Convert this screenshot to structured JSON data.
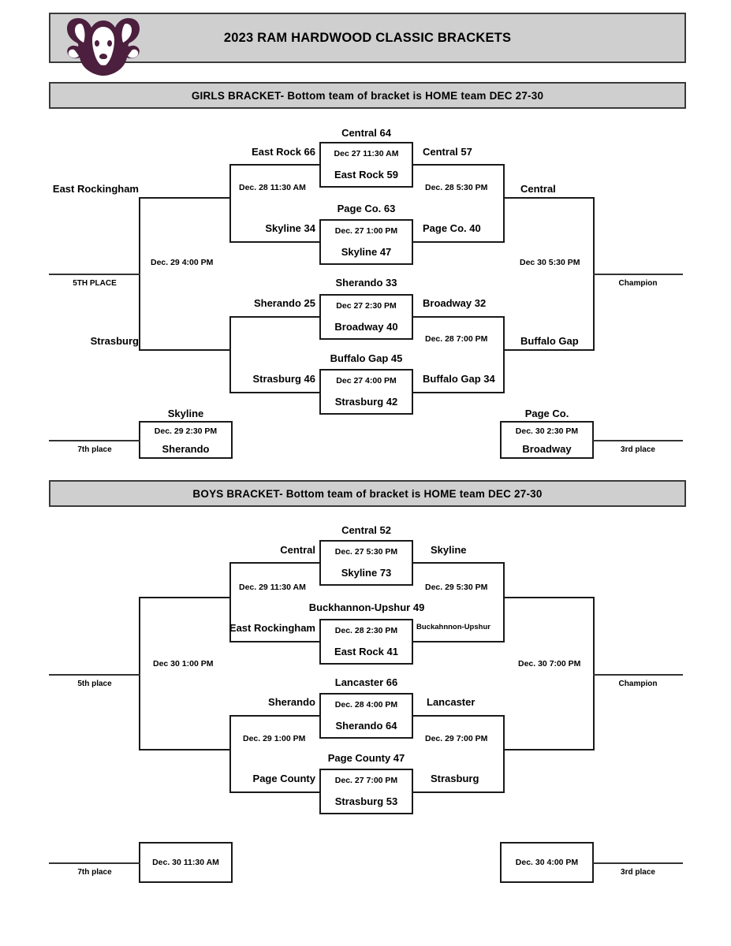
{
  "header": {
    "title": "2023 RAM HARDWOOD CLASSIC BRACKETS",
    "logo_icon": "ram-head-logo",
    "logo_color": "#4b1f3d",
    "banner_bg": "#cfcfcf"
  },
  "girls": {
    "banner": "GIRLS BRACKET- Bottom team of bracket is HOME team DEC 27-30",
    "round1": [
      {
        "top_team": "Central 64",
        "time": "Dec 27 11:30 AM",
        "bottom_team": "East Rock 59"
      },
      {
        "top_team": "Page Co. 63",
        "time": "Dec. 27 1:00 PM",
        "bottom_team": "Skyline 47"
      },
      {
        "top_team": "Sherando 33",
        "time": "Dec 27 2:30 PM",
        "bottom_team": "Broadway 40"
      },
      {
        "top_team": "Buffalo Gap 45",
        "time": "Dec 27 4:00 PM",
        "bottom_team": "Strasburg 42"
      }
    ],
    "round1_left_labels": [
      "East Rock 66",
      "Skyline 34",
      "Sherando 25",
      "Strasburg 46"
    ],
    "round1_right_labels": [
      "Central 57",
      "Page Co. 40",
      "Broadway 32",
      "Buffalo Gap 34"
    ],
    "semi_left": {
      "upper_team": "East Rockingham",
      "time": "Dec. 28 11:30 AM",
      "lower_team": "Strasburg"
    },
    "semi_right": {
      "upper_time": "Dec. 28 5:30 PM",
      "upper_winner": "Central",
      "lower_time": "Dec. 28 7:00 PM",
      "lower_winner": "Buffalo Gap"
    },
    "fifth_place": {
      "label": "5TH PLACE",
      "time": "Dec. 29 4:00 PM"
    },
    "final": {
      "time": "Dec 30 5:30 PM",
      "label": "Champion"
    },
    "seventh_place": {
      "label": "7th place",
      "top_team": "Skyline",
      "time": "Dec. 29 2:30 PM",
      "bottom_team": "Sherando"
    },
    "third_place": {
      "label": "3rd place",
      "top_team": "Page Co.",
      "time": "Dec. 30 2:30 PM",
      "bottom_team": "Broadway"
    }
  },
  "boys": {
    "banner": "BOYS BRACKET- Bottom team of bracket is HOME team  DEC 27-30",
    "round1": [
      {
        "top_team": "Central 52",
        "time": "Dec. 27 5:30 PM",
        "bottom_team": "Skyline 73"
      },
      {
        "top_team": "Buckhannon-Upshur 49",
        "time": "Dec. 28 2:30 PM",
        "bottom_team": "East Rock 41"
      },
      {
        "top_team": "Lancaster 66",
        "time": "Dec. 28 4:00 PM",
        "bottom_team": "Sherando 64"
      },
      {
        "top_team": "Page County 47",
        "time": "Dec. 27 7:00 PM",
        "bottom_team": "Strasburg 53"
      }
    ],
    "round1_left_labels": [
      "Central",
      "East Rockingham",
      "Sherando",
      "Page County"
    ],
    "round1_right_labels": [
      "Skyline",
      "Buckahnnon-Upshur",
      "Lancaster",
      "Strasburg"
    ],
    "semi_left": {
      "upper_time": "Dec. 29 11:30 AM",
      "lower_time": "Dec. 29 1:00 PM"
    },
    "semi_right": {
      "upper_time": "Dec. 29 5:30 PM",
      "lower_time": "Dec. 29 7:00 PM"
    },
    "fifth_place": {
      "label": "5th place",
      "time": "Dec 30 1:00 PM"
    },
    "final": {
      "time": "Dec. 30 7:00 PM",
      "label": "Champion"
    },
    "seventh_place": {
      "label": "7th place",
      "time": "Dec. 30 11:30 AM"
    },
    "third_place": {
      "label": "3rd place",
      "time": "Dec. 30 4:00 PM"
    }
  }
}
